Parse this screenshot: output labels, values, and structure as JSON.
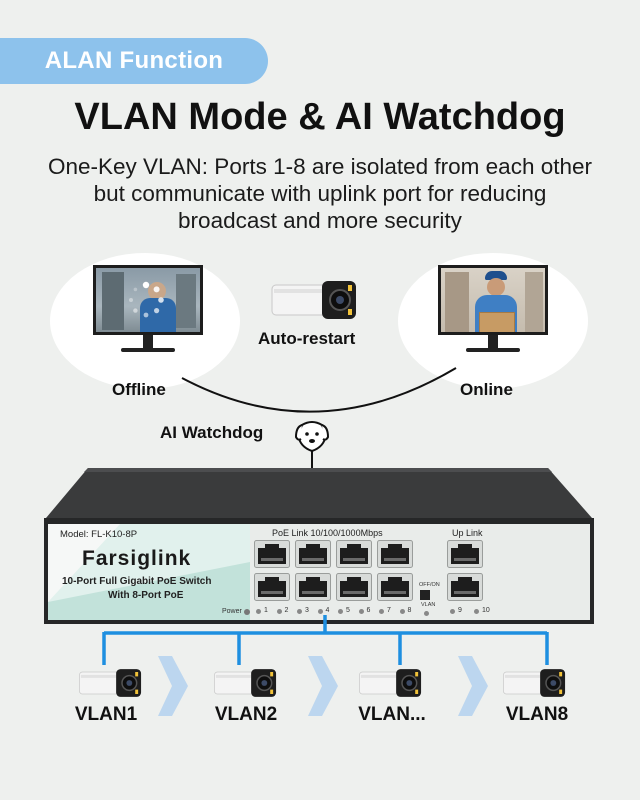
{
  "badge": {
    "text": "ALAN Function"
  },
  "title": "VLAN Mode & AI Watchdog",
  "description": [
    "One-Key VLAN: Ports 1-8 are isolated from each other",
    "but communicate with uplink port for reducing",
    "broadcast and more security"
  ],
  "states": {
    "offline": "Offline",
    "online": "Online",
    "restart": "Auto-restart",
    "watchdog": "AI Watchdog"
  },
  "switch": {
    "model": "Model: FL-K10-8P",
    "brand": "Farsiglink",
    "subtitle_1": "10-Port Full Gigabit PoE Switch",
    "subtitle_2": "With 8-Port PoE",
    "poe_header": "PoE Link 10/100/1000Mbps",
    "uplink_header": "Up Link",
    "power": "Power",
    "port_numbers": [
      "1",
      "2",
      "3",
      "4",
      "5",
      "6",
      "7",
      "8"
    ],
    "uplink_numbers": [
      "9",
      "10"
    ],
    "switch_onoff": "OFF/ON",
    "switch_vlan": "VLAN"
  },
  "vlans": [
    "VLAN1",
    "VLAN2",
    "VLAN...",
    "VLAN8"
  ],
  "colors": {
    "badge": "#8dc2ec",
    "lines": "#1e8fe0",
    "chevron": "#bcd6ef",
    "switch_body": "#2a2b2c",
    "switch_panel": "#e9ecea"
  },
  "icons": [
    "monitor-icon",
    "loading-spinner-icon",
    "camera-icon",
    "dog-icon",
    "ethernet-port-icon"
  ]
}
